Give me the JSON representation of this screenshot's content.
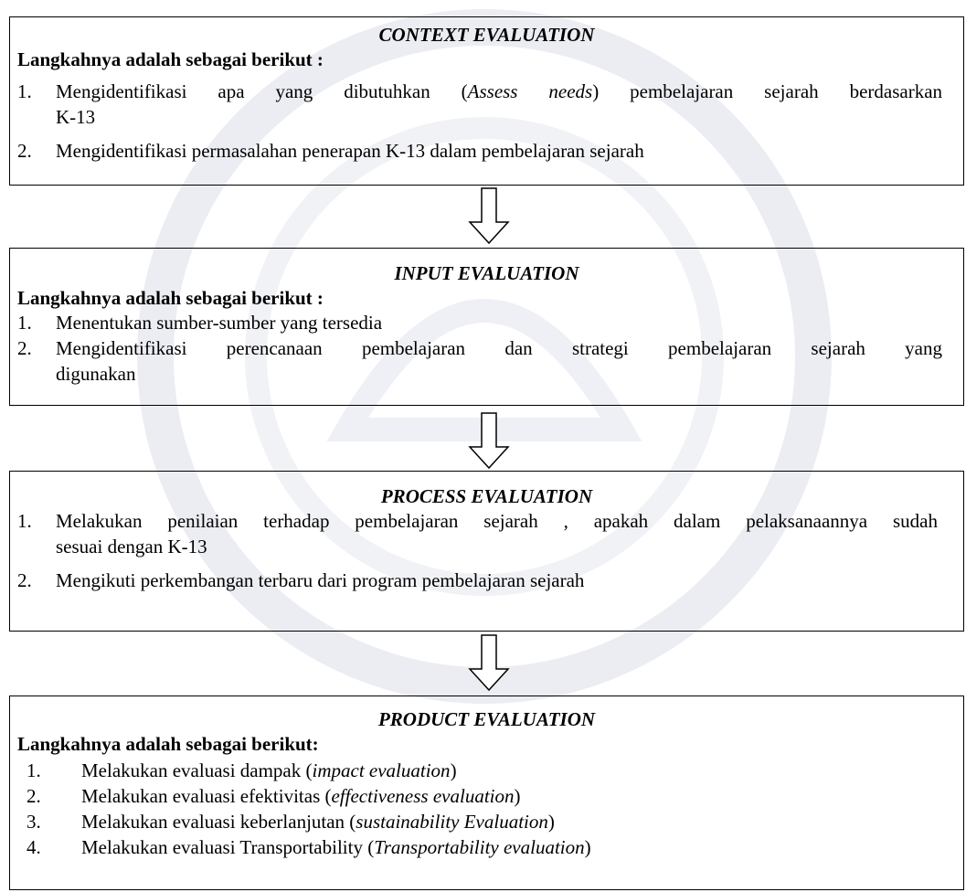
{
  "boxes": {
    "context": {
      "title": "CONTEXT EVALUATION",
      "subhead": "Langkahnya adalah sebagai berikut :",
      "items": [
        {
          "num": "1.",
          "parts": [
            "Mengidentifikasi apa yang dibutuhkan (",
            "Assess needs",
            ") pembelajaran sejarah berdasarkan"
          ],
          "line2": "K-13"
        },
        {
          "num": "2.",
          "text": "Mengidentifikasi permasalahan penerapan K-13 dalam pembelajaran sejarah"
        }
      ]
    },
    "input": {
      "title": "INPUT EVALUATION",
      "subhead": "Langkahnya adalah sebagai berikut :",
      "items": [
        {
          "num": "1.",
          "text": "Menentukan sumber-sumber yang tersedia"
        },
        {
          "num": "2.",
          "line1": "Mengidentifikasi perencanaan pembelajaran dan strategi pembelajaran sejarah yang",
          "line2": "digunakan"
        }
      ]
    },
    "process": {
      "title": "PROCESS EVALUATION",
      "items": [
        {
          "num": "1.",
          "line1": "Melakukan penilaian terhadap pembelajaran sejarah , apakah dalam pelaksanaannya sudah",
          "line2": "sesuai dengan K-13"
        },
        {
          "num": "2.",
          "text": "Mengikuti perkembangan terbaru dari program pembelajaran sejarah"
        }
      ]
    },
    "product": {
      "title": "PRODUCT EVALUATION",
      "subhead": "Langkahnya adalah sebagai berikut:",
      "items": [
        {
          "num": "1.",
          "pre": "Melakukan evaluasi dampak (",
          "em": "impact evaluation",
          "post": ")"
        },
        {
          "num": "2.",
          "pre": "Melakukan evaluasi efektivitas (",
          "em": "effectiveness evaluation",
          "post": ")"
        },
        {
          "num": "3.",
          "pre": "Melakukan evaluasi keberlanjutan (",
          "em": "sustainability Evaluation",
          "post": ")"
        },
        {
          "num": "4.",
          "pre": "Melakukan evaluasi Transportability (",
          "em": "Transportability evaluation",
          "post": ")"
        }
      ]
    }
  },
  "arrows": [
    "down-arrow-icon",
    "down-arrow-icon",
    "down-arrow-icon"
  ],
  "colors": {
    "line": "#000000",
    "background": "#ffffff",
    "watermark": "#e8e8f0"
  }
}
